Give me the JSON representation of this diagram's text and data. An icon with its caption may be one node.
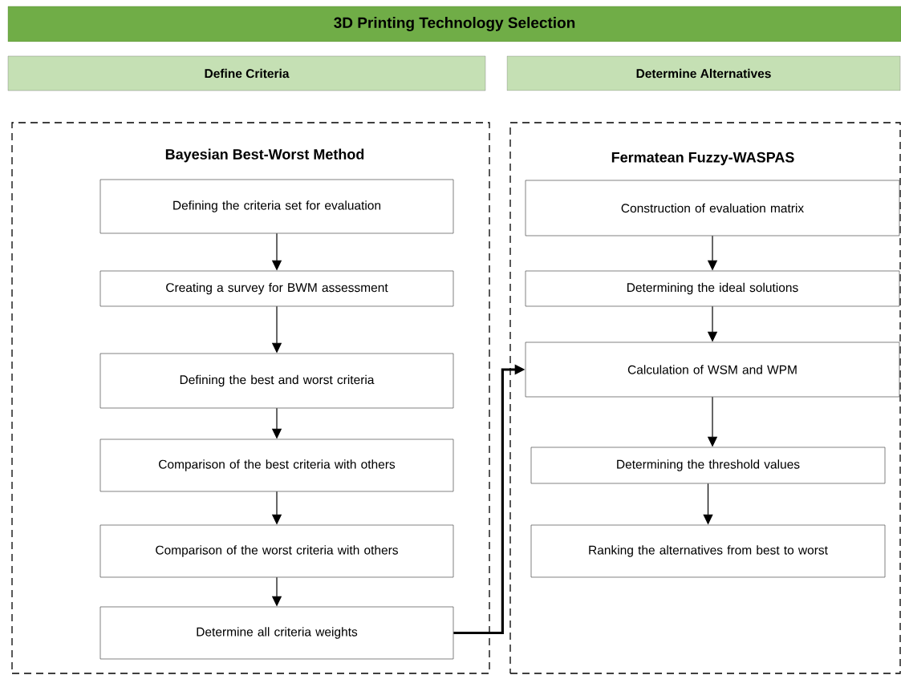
{
  "diagram": {
    "title": "3D Printing Technology Selection",
    "nodes": [
      {
        "text": [
          "Define Criteria"
        ]
      },
      {
        "text": [
          "Determine Alternatives"
        ]
      },
      {
        "text": [
          "Bayesian Best-Worst Method"
        ]
      },
      {
        "text": [
          "Defining the criteria set for evaluation"
        ],
        "in": 2
      },
      {
        "text": [
          "Creating a survey for BWM assessment"
        ],
        "in": 2
      },
      {
        "text": [
          "Defining the best and worst criteria"
        ],
        "in": 2
      },
      {
        "text": [
          "Comparison of the best criteria with others"
        ],
        "in": 2
      },
      {
        "text": [
          "Comparison of the worst criteria with others"
        ],
        "in": 2
      },
      {
        "text": [
          "Determine all criteria weights"
        ],
        "in": 2
      },
      {
        "text": [
          "Fermatean Fuzzy-WASPAS"
        ]
      },
      {
        "text": [
          "Construction of evaluation matrix"
        ],
        "in": 9
      },
      {
        "text": [
          "Determining the ideal solutions"
        ],
        "in": 9
      },
      {
        "text": [
          "Calculation of WSM and WPM"
        ],
        "in": 9
      },
      {
        "text": [
          "Determining the threshold values"
        ],
        "in": 9
      },
      {
        "text": [
          "Ranking the alternatives from best to worst"
        ],
        "in": 9
      }
    ],
    "edges": [
      {
        "from": 3,
        "to": 4,
        "arrow": "to"
      },
      {
        "from": 4,
        "to": 5,
        "arrow": "to"
      },
      {
        "from": 5,
        "to": 6,
        "arrow": "to"
      },
      {
        "from": 6,
        "to": 7,
        "arrow": "to"
      },
      {
        "from": 7,
        "to": 8,
        "arrow": "to"
      },
      {
        "from": 8,
        "to": 12,
        "arrow": "to",
        "style": "thick"
      },
      {
        "from": 10,
        "to": 11,
        "arrow": "to"
      },
      {
        "from": 11,
        "to": 12,
        "arrow": "to"
      },
      {
        "from": 12,
        "to": 13,
        "arrow": "to"
      },
      {
        "from": 13,
        "to": 14,
        "arrow": "to"
      }
    ]
  }
}
